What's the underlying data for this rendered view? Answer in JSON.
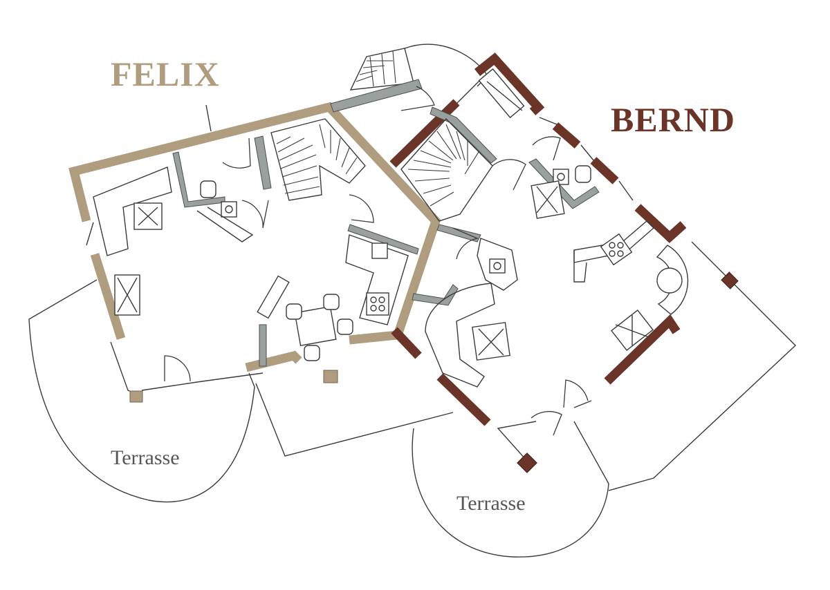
{
  "units": [
    {
      "name": "FELIX",
      "color": "#b09d80"
    },
    {
      "name": "BERND",
      "color": "#6b3428"
    }
  ],
  "terraces": [
    {
      "label": "Terrasse"
    },
    {
      "label": "Terrasse"
    }
  ],
  "colors": {
    "inner_wall": "#9aa09d",
    "line": "#3a3a3a",
    "background": "#ffffff"
  }
}
